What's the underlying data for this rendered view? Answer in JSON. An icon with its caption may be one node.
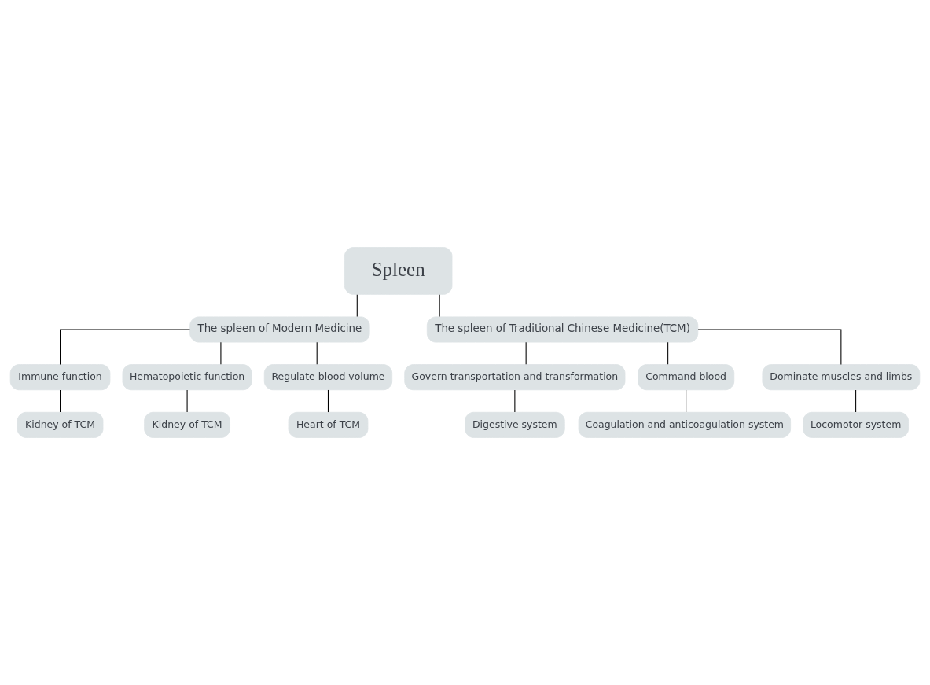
{
  "diagram": {
    "nodes": [
      {
        "text": [
          "Spleen"
        ]
      },
      {
        "text": [
          "The spleen of Modern Medicine"
        ]
      },
      {
        "text": [
          "The spleen of Traditional Chinese Medicine(TCM)"
        ]
      },
      {
        "text": [
          "Immune function"
        ]
      },
      {
        "text": [
          "Kidney of TCM"
        ]
      },
      {
        "text": [
          "Hematopoietic function"
        ]
      },
      {
        "text": [
          "Kidney of TCM"
        ]
      },
      {
        "text": [
          "Regulate blood volume"
        ]
      },
      {
        "text": [
          "Heart of TCM"
        ]
      },
      {
        "text": [
          "Govern transportation and transformation"
        ]
      },
      {
        "text": [
          "Digestive system"
        ]
      },
      {
        "text": [
          "Command blood"
        ]
      },
      {
        "text": [
          "Coagulation and anticoagulation system"
        ]
      },
      {
        "text": [
          "Dominate muscles and limbs"
        ]
      },
      {
        "text": [
          "Locomotor system"
        ]
      }
    ],
    "edges": [
      {
        "from": 0,
        "to": 1,
        "arrow": "none"
      },
      {
        "from": 0,
        "to": 2,
        "arrow": "none"
      },
      {
        "from": 1,
        "to": 3,
        "arrow": "none"
      },
      {
        "from": 3,
        "to": 4,
        "arrow": "none"
      },
      {
        "from": 1,
        "to": 5,
        "arrow": "none"
      },
      {
        "from": 5,
        "to": 6,
        "arrow": "none"
      },
      {
        "from": 1,
        "to": 7,
        "arrow": "none"
      },
      {
        "from": 7,
        "to": 8,
        "arrow": "none"
      },
      {
        "from": 2,
        "to": 9,
        "arrow": "none"
      },
      {
        "from": 9,
        "to": 10,
        "arrow": "none"
      },
      {
        "from": 2,
        "to": 11,
        "arrow": "none"
      },
      {
        "from": 11,
        "to": 12,
        "arrow": "none"
      },
      {
        "from": 2,
        "to": 13,
        "arrow": "none"
      },
      {
        "from": 13,
        "to": 14,
        "arrow": "none"
      }
    ]
  }
}
